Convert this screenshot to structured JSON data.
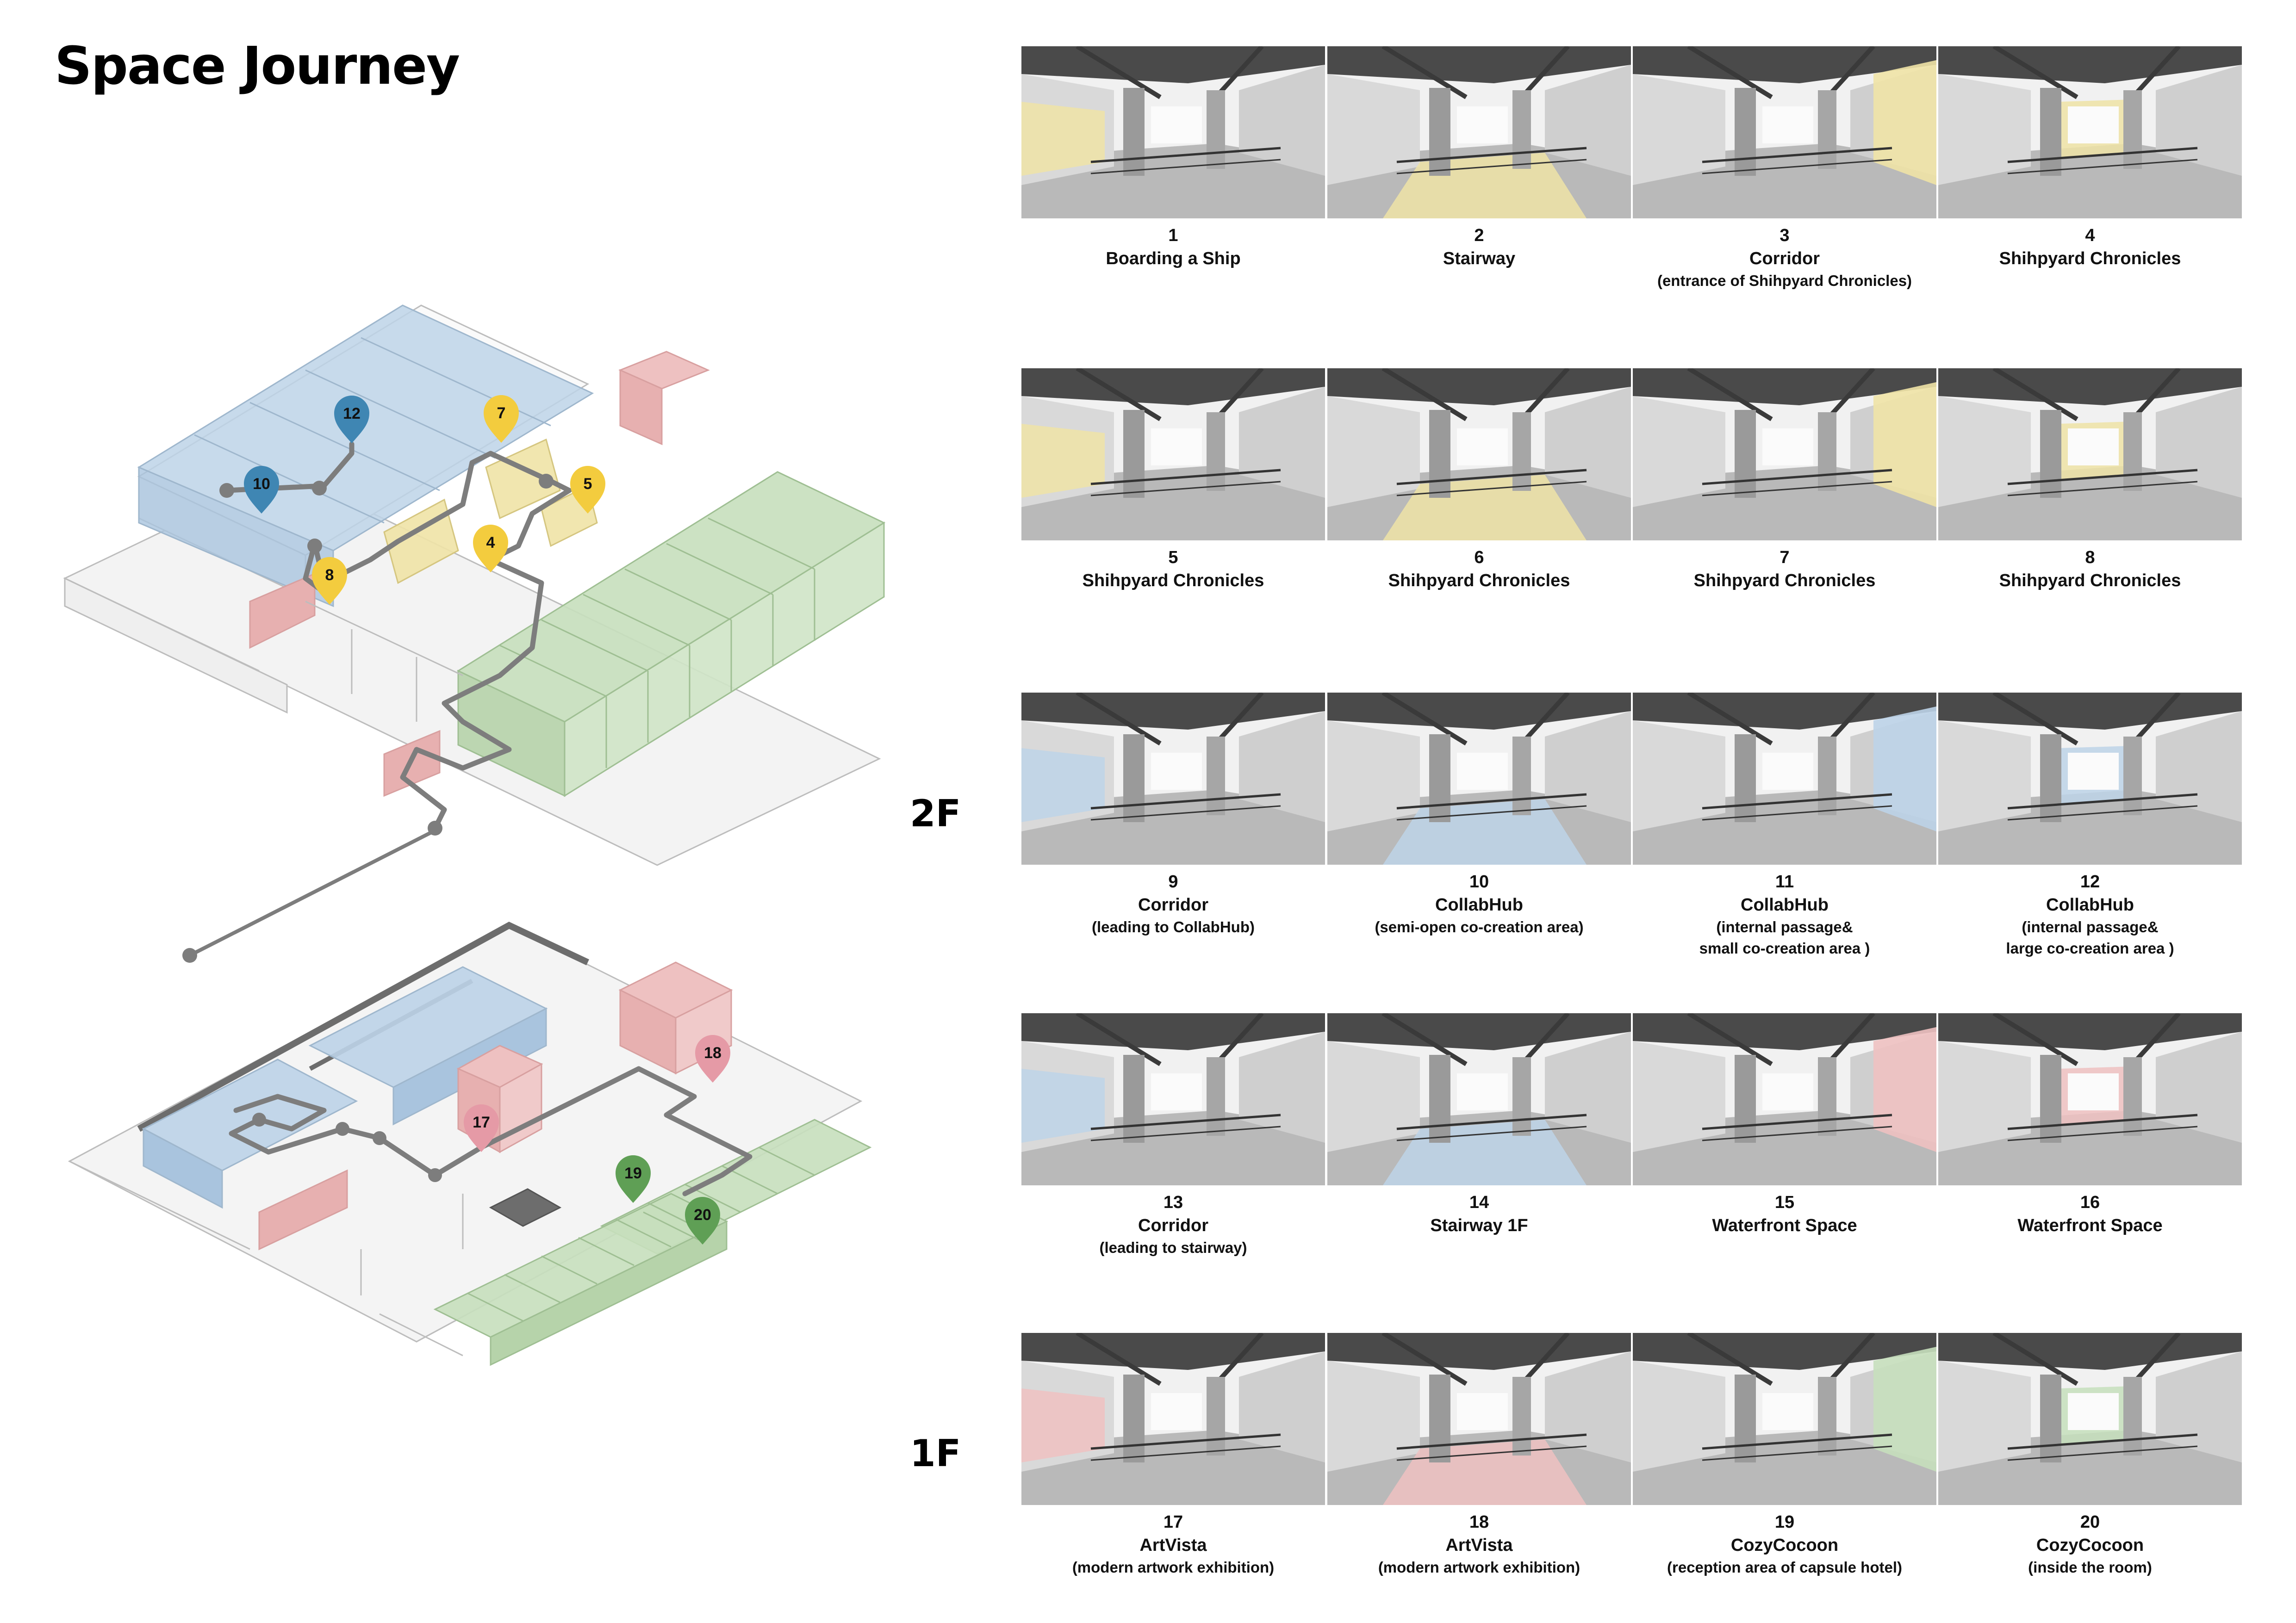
{
  "title": "Space Journey",
  "floors": {
    "upper": "2F",
    "lower": "1F"
  },
  "colors": {
    "blue_zone": "#bdd3e8",
    "yellow_zone": "#efe3a6",
    "green_zone": "#c6dfbc",
    "pink_zone": "#eec1c1",
    "marker_blue": "#3f86b3",
    "marker_yellow": "#f3cc3e",
    "marker_green": "#5f9f55",
    "marker_pink": "#e59aa6",
    "path": "#7d7d7d"
  },
  "map_markers": [
    {
      "label": "12",
      "color": "blue"
    },
    {
      "label": "10",
      "color": "blue"
    },
    {
      "label": "7",
      "color": "yellow"
    },
    {
      "label": "5",
      "color": "yellow"
    },
    {
      "label": "4",
      "color": "yellow"
    },
    {
      "label": "8",
      "color": "yellow"
    },
    {
      "label": "18",
      "color": "pink"
    },
    {
      "label": "17",
      "color": "pink"
    },
    {
      "label": "19",
      "color": "green"
    },
    {
      "label": "20",
      "color": "green"
    }
  ],
  "views": [
    {
      "num": "1",
      "name": "Boarding a Ship",
      "sub": ""
    },
    {
      "num": "2",
      "name": "Stairway",
      "sub": ""
    },
    {
      "num": "3",
      "name": "Corridor",
      "sub": "(entrance of Shihpyard Chronicles)"
    },
    {
      "num": "4",
      "name": "Shihpyard Chronicles",
      "sub": ""
    },
    {
      "num": "5",
      "name": "Shihpyard Chronicles",
      "sub": ""
    },
    {
      "num": "6",
      "name": "Shihpyard Chronicles",
      "sub": ""
    },
    {
      "num": "7",
      "name": "Shihpyard Chronicles",
      "sub": ""
    },
    {
      "num": "8",
      "name": "Shihpyard Chronicles",
      "sub": ""
    },
    {
      "num": "9",
      "name": "Corridor",
      "sub": "(leading to CollabHub)"
    },
    {
      "num": "10",
      "name": "CollabHub",
      "sub": "(semi-open co-creation area)"
    },
    {
      "num": "11",
      "name": "CollabHub",
      "sub": "(internal passage&",
      "sub2": "small co-creation area )"
    },
    {
      "num": "12",
      "name": "CollabHub",
      "sub": "(internal passage&",
      "sub2": "large co-creation area )"
    },
    {
      "num": "13",
      "name": "Corridor",
      "sub": "(leading to stairway)"
    },
    {
      "num": "14",
      "name": "Stairway 1F",
      "sub": ""
    },
    {
      "num": "15",
      "name": "Waterfront Space",
      "sub": ""
    },
    {
      "num": "16",
      "name": "Waterfront Space",
      "sub": ""
    },
    {
      "num": "17",
      "name": "ArtVista",
      "sub": "(modern artwork exhibition)"
    },
    {
      "num": "18",
      "name": "ArtVista",
      "sub": "(modern artwork exhibition)"
    },
    {
      "num": "19",
      "name": "CozyCocoon",
      "sub": "(reception area of capsule hotel)"
    },
    {
      "num": "20",
      "name": "CozyCocoon",
      "sub": "(inside the room)"
    }
  ]
}
